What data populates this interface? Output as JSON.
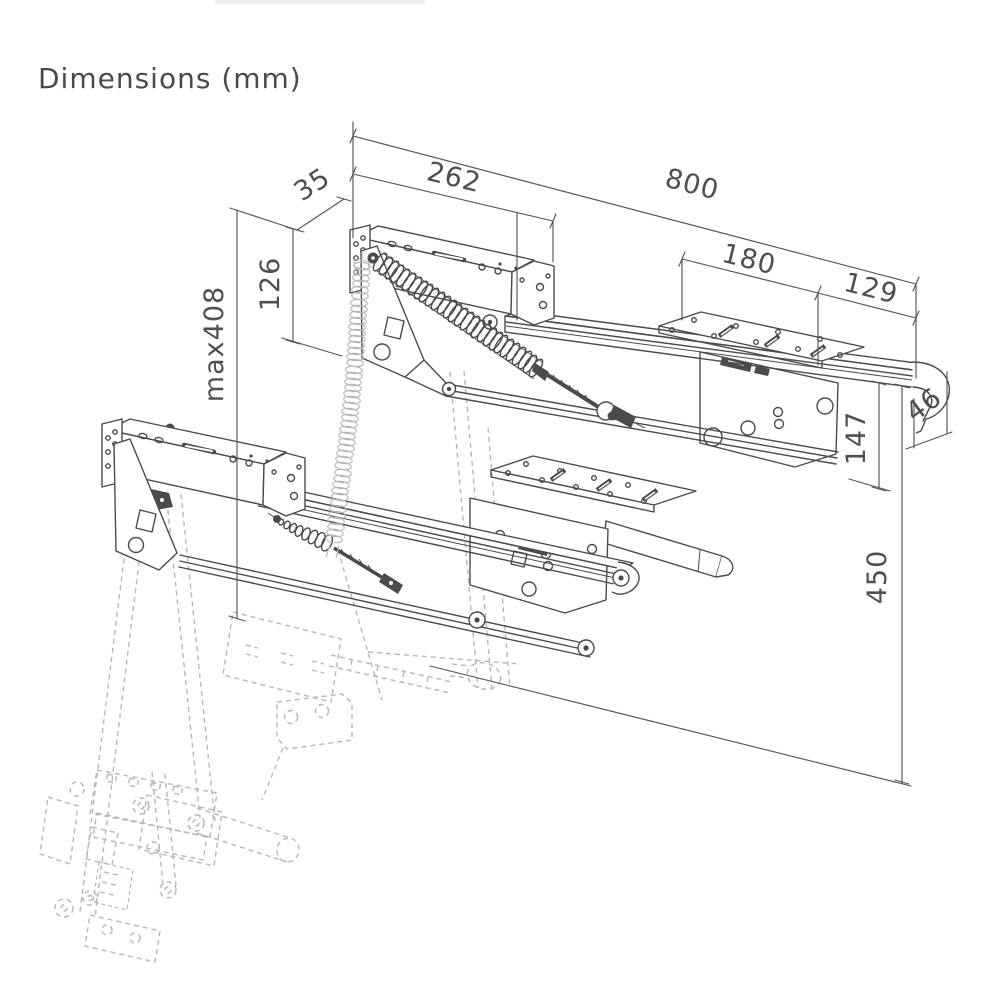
{
  "header": {
    "title": "Dimensions (mm)"
  },
  "diagram": {
    "type": "isometric-technical-drawing",
    "dimension_labels": {
      "top_width": "800",
      "housing_width": "262",
      "side_offset": "35",
      "housing_height": "126",
      "max_extension": "max408",
      "plate_width": "180",
      "end_offset": "129",
      "bracket_height": "147",
      "rail_depth": "46",
      "drop_height": "450"
    }
  }
}
